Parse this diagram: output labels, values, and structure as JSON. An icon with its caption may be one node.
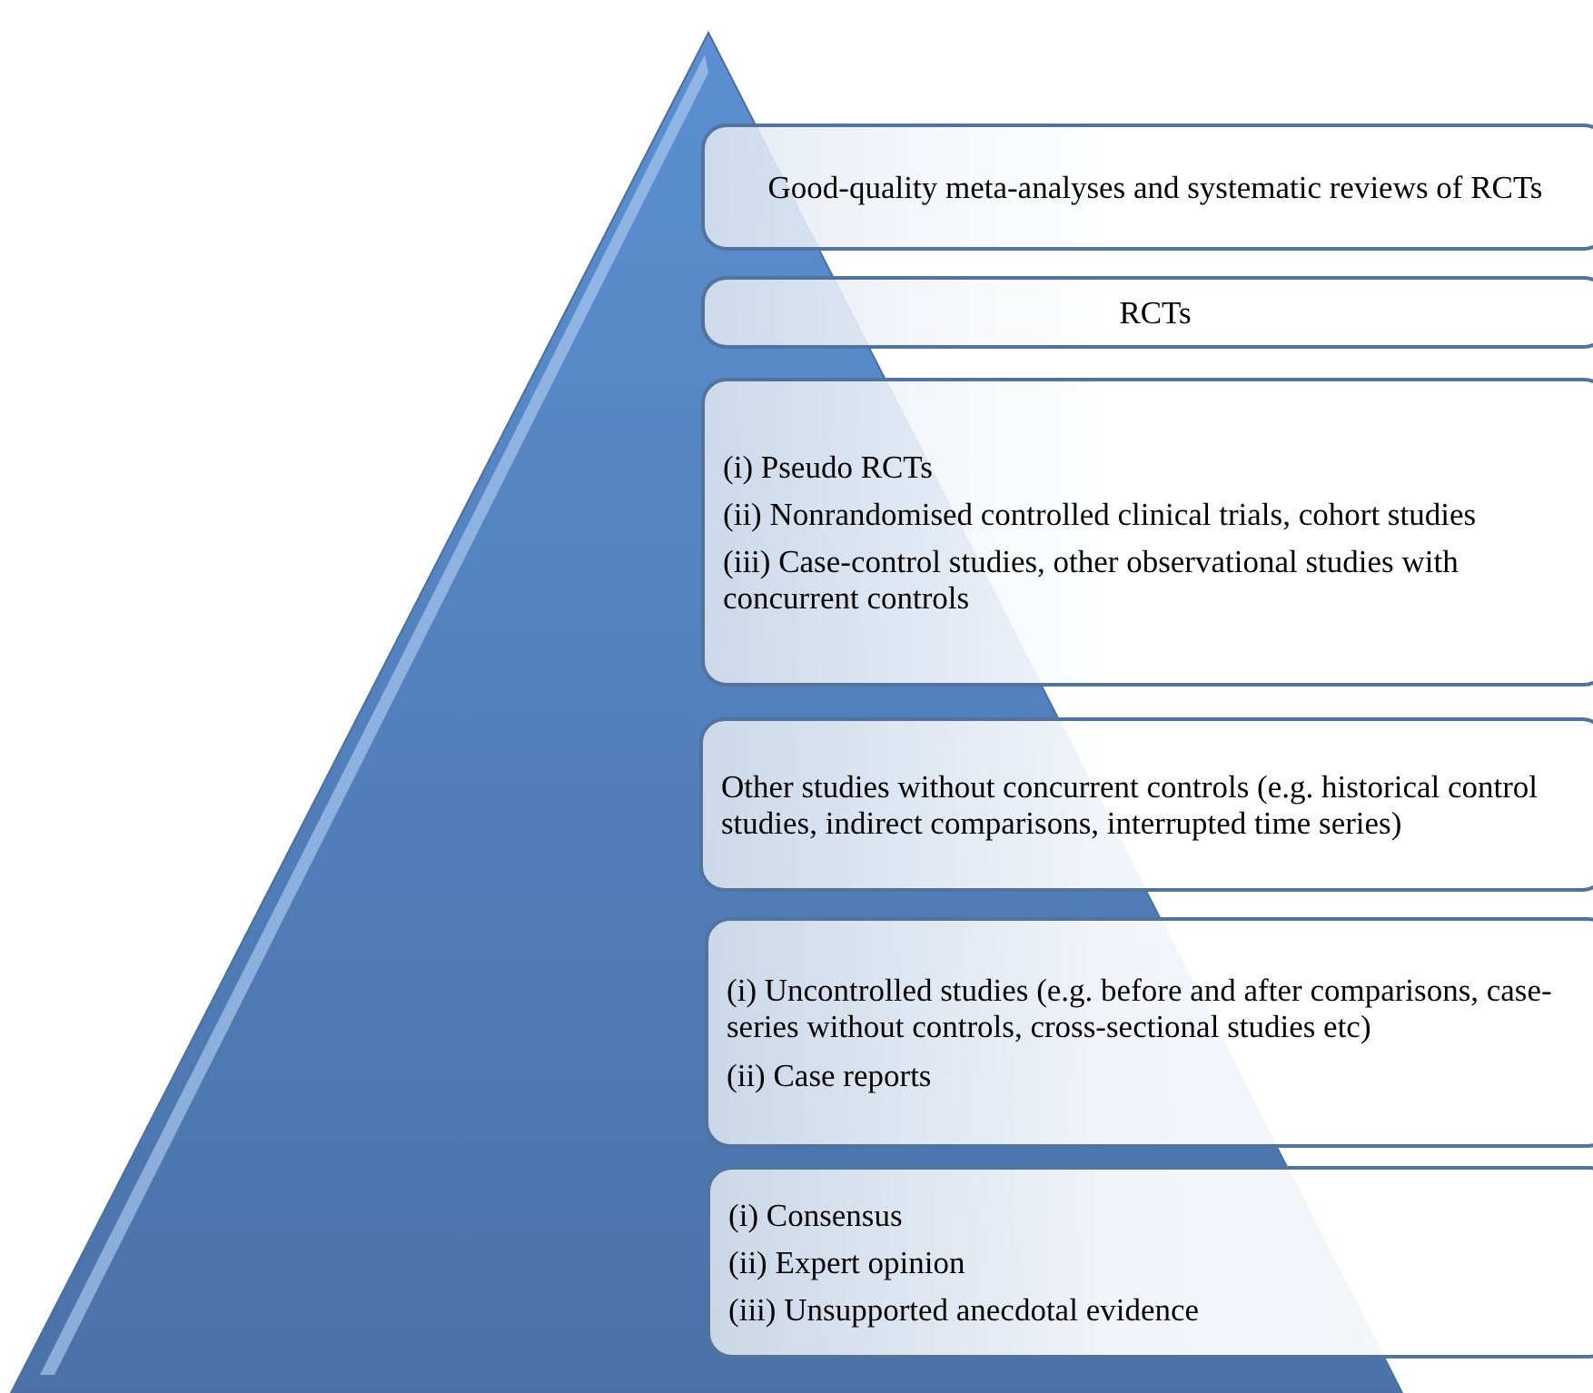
{
  "diagram": {
    "nodes": [
      {
        "text": [],
        "shape": "triangle"
      },
      {
        "text": [
          "Good-quality meta-analyses and systematic reviews of RCTs"
        ]
      },
      {
        "text": [
          "RCTs"
        ]
      },
      {
        "text": [
          "(i) Pseudo RCTs",
          "(ii) Nonrandomised controlled clinical trials, cohort studies",
          "(iii) Case-control studies, other observational studies with concurrent controls"
        ]
      },
      {
        "text": [
          "Other studies without concurrent controls (e.g. historical control studies, indirect comparisons, interrupted time series)"
        ]
      },
      {
        "text": [
          "(i) Uncontrolled studies (e.g. before and after comparisons, case-series without controls, cross-sectional studies etc)",
          "(ii) Case reports"
        ]
      },
      {
        "text": [
          "(i) Consensus",
          "(ii) Expert opinion",
          "(iii) Unsupported anecdotal evidence"
        ]
      }
    ],
    "edges": []
  }
}
